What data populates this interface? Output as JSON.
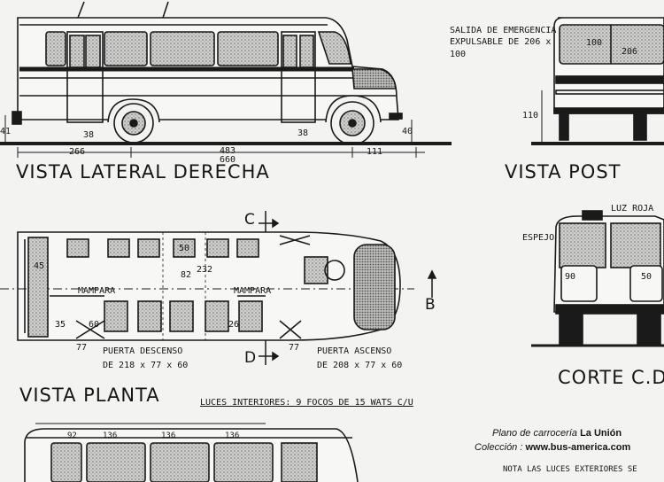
{
  "titles": {
    "vista_lateral": "VISTA LATERAL DERECHA",
    "vista_post": "VISTA POST",
    "vista_planta": "VISTA PLANTA",
    "corte": "CORTE C.D"
  },
  "labels": {
    "salida_1": "SALIDA DE EMERGENCIA",
    "salida_2": "EXPULSABLE DE 206 x",
    "salida_3": "100",
    "luz_roja": "LUZ ROJA",
    "espejo": "ESPEJO",
    "mampara_left": "MAMPARA",
    "mampara_right": "MAMPARA",
    "puerta_descenso_1": "PUERTA DESCENSO",
    "puerta_descenso_2": "DE 218 x 77 x 60",
    "puerta_ascenso_1": "PUERTA ASCENSO",
    "puerta_ascenso_2": "DE 208 x 77 x 60",
    "luces": "LUCES INTERIORES: 9 FOCOS DE 15 WATS C/U",
    "nota": "NOTA LAS LUCES EXTERIORES SE",
    "mark_c": "C",
    "mark_d": "D",
    "mark_b": "B"
  },
  "dimensions": {
    "d266": "266",
    "d483": "483",
    "d660": "660",
    "d111": "111",
    "d41": "41",
    "d38a": "38",
    "d38b": "38",
    "d40": "40",
    "d110": "110",
    "d100": "100",
    "d206": "206",
    "d45": "45",
    "d35": "35",
    "d60": "60",
    "d50": "50",
    "d82": "82",
    "d232": "232",
    "d26": "26",
    "d77a": "77",
    "d77b": "77",
    "d90": "90",
    "d50b": "50",
    "d92": "92",
    "d136a": "136",
    "d136b": "136",
    "d136c": "136"
  },
  "credit": {
    "line1_prefix": "Plano de carrocería",
    "line1_brand": "La Unión",
    "line2_prefix": "Colección :",
    "line2_site": "www.bus-america.com"
  },
  "colors": {
    "ink": "#1a1a1a",
    "paper": "#f3f3f1",
    "shade": "#8a8a8a"
  }
}
